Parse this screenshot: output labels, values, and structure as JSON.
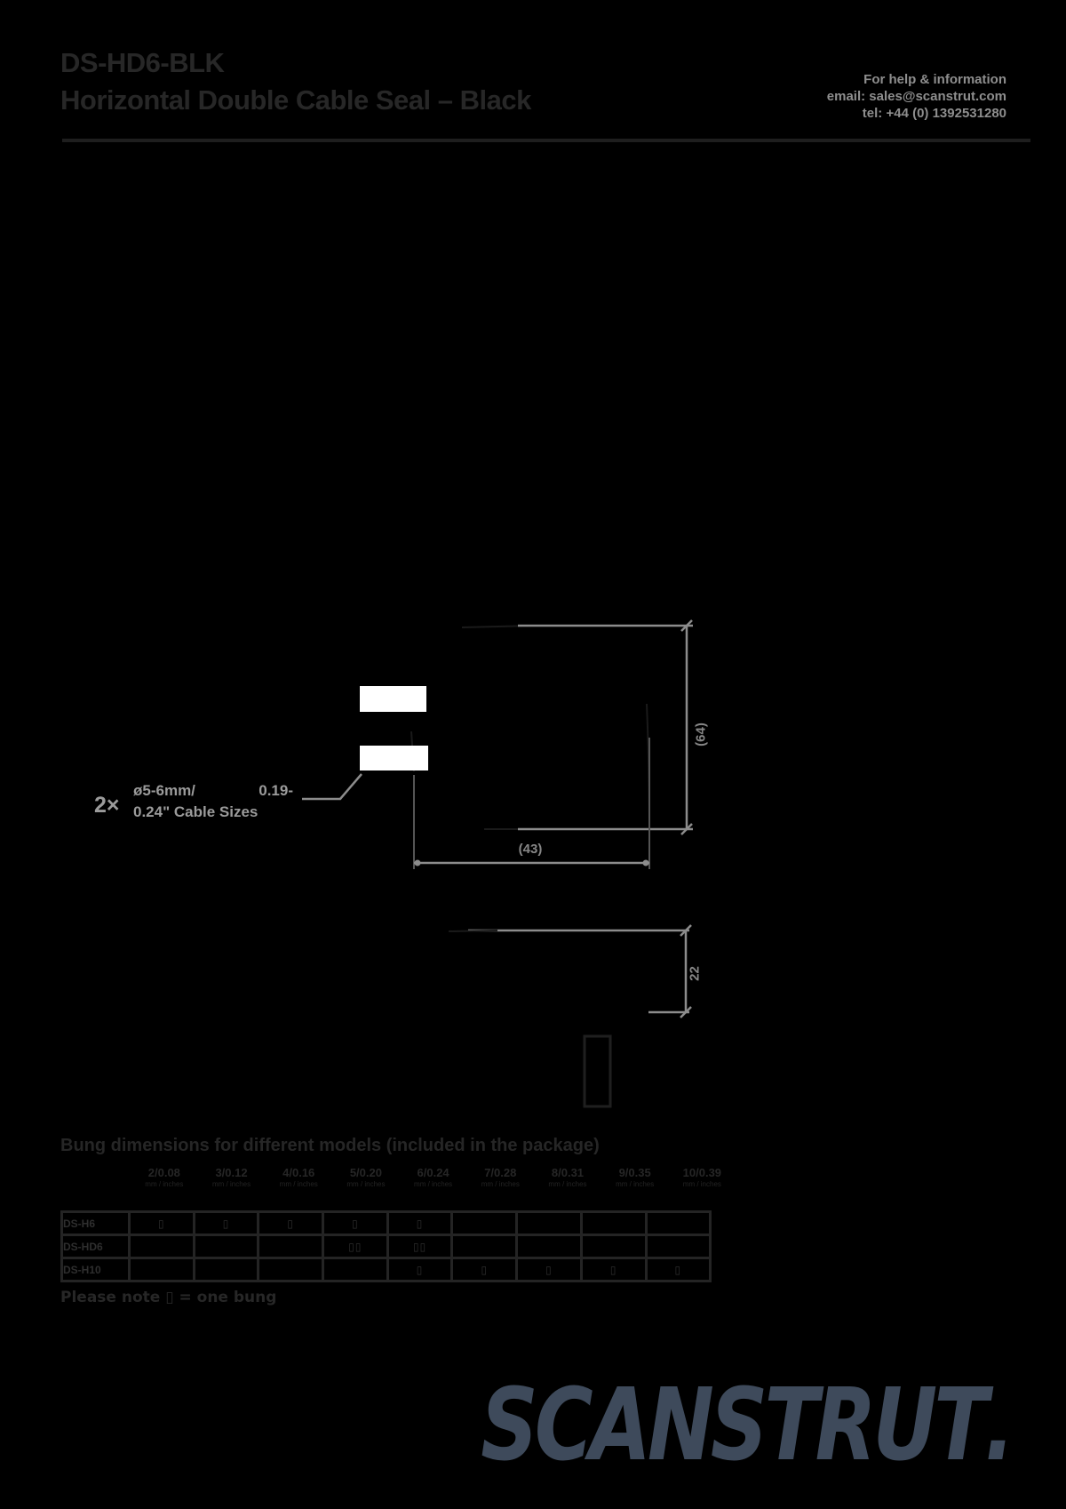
{
  "header": {
    "title_line1": "DS-HD6-BLK",
    "title_line2": "Horizontal Double Cable Seal – Black",
    "help_line1": "For help & information",
    "help_line2": "email: sales@scanstrut.com",
    "help_line3": "tel: +44 (0) 1392531280"
  },
  "callout": {
    "multiplier": "2×",
    "metric": "ø5-6mm/",
    "imperial": "0.19-",
    "line2": "0.24\" Cable Sizes"
  },
  "dimensions": {
    "front_height": "(64)",
    "front_width": "(43)",
    "side_height": "22"
  },
  "bung_table": {
    "heading": "Bung dimensions for different models (included in the package)",
    "unit_label": "mm / inches",
    "columns": [
      "2/0.08",
      "3/0.12",
      "4/0.16",
      "5/0.20",
      "6/0.24",
      "7/0.28",
      "8/0.31",
      "9/0.35",
      "10/0.39"
    ],
    "rows": [
      {
        "model": "DS-H6",
        "cells": [
          "▯",
          "▯",
          "▯",
          "▯",
          "▯",
          "",
          "",
          "",
          ""
        ]
      },
      {
        "model": "DS-HD6",
        "cells": [
          "",
          "",
          "",
          "▯▯",
          "▯▯",
          "",
          "",
          "",
          ""
        ]
      },
      {
        "model": "DS-H10",
        "cells": [
          "",
          "",
          "",
          "",
          "▯",
          "▯",
          "▯",
          "▯",
          "▯"
        ]
      }
    ],
    "note": "Please note ▯ = one bung"
  },
  "logo": {
    "text": "SCANSTRUT",
    "dot": "."
  },
  "colors": {
    "background": "#000000",
    "dimension_gray": "#8c8c8c",
    "callout_gray": "#9b9b9b",
    "dark_ink": "#272727",
    "logo_navy": "#3e4a5b",
    "highlight_white": "#ffffff"
  }
}
